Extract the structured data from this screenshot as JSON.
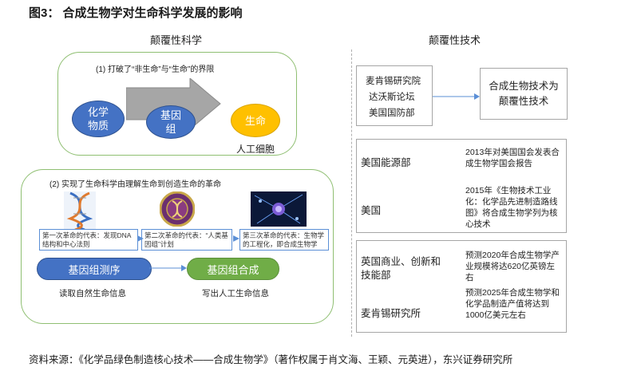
{
  "title": "图3： 合成生物学对生命科学发展的影响",
  "left": {
    "header": "颠覆性科学",
    "box1": {
      "label": "(1) 打破了“非生命”与“生命”的界限",
      "circle1": "化学\n物质",
      "circle2": "基因\n组",
      "circle3": "生命",
      "caption": "人工细胞"
    },
    "box2": {
      "label": "(2) 实现了生命科学由理解生命到创造生命的革命",
      "captions": [
        "第一次革命的代表：发现DNA结构和中心法则",
        "第二次革命的代表：“人类基因组”计划",
        "第三次革命的代表：生物学的工程化，即合成生物学"
      ],
      "pill1": "基因组测序",
      "pill2": "基因组合成",
      "under1": "读取自然生命信息",
      "under2": "写出人工生命信息"
    }
  },
  "right": {
    "header": "颠覆性技术",
    "orgs": [
      "麦肯锡研究院",
      "达沃斯论坛",
      "美国国防部"
    ],
    "result": "合成生物技术为\n颠覆性技术",
    "group2": [
      {
        "org": "美国能源部",
        "desc": "2013年对美国国会发表合成生物学国会报告"
      },
      {
        "org": "美国",
        "desc": "2015年《生物技术工业化：化学品先进制造路线图》将合成生物学列为核心技术"
      }
    ],
    "group3": [
      {
        "org": "英国商业、创新和技能部",
        "desc": "预测2020年合成生物学产业规模将达620亿英镑左右"
      },
      {
        "org": "麦肯锡研究所",
        "desc": "预测2025年合成生物学和化学品制造产值将达到1000亿美元左右"
      }
    ]
  },
  "footer": "资料来源：《化学品绿色制造核心技术——合成生物学》（著作权属于肖文海、王颖、元英进），东兴证券研究所"
}
